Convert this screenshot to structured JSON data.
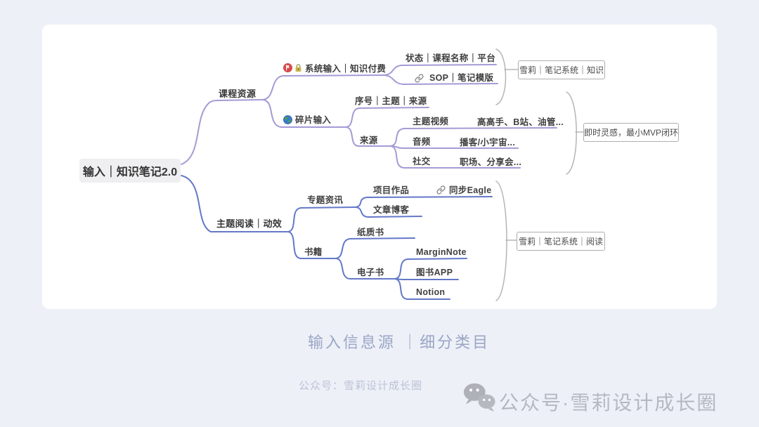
{
  "root": {
    "label": "输入｜知识笔记2.0"
  },
  "course": {
    "label": "课程资源",
    "system": {
      "label": "系统输入｜知识付费",
      "status": "状态｜课程名称｜平台",
      "sop": "SOP｜笔记模版",
      "summary": "雪莉｜笔记系统｜知识"
    },
    "fragment": {
      "label": "碎片输入",
      "seq": "序号｜主题｜来源",
      "source": "来源",
      "video": "主题视频",
      "video_detail": "高高手、B站、油管...",
      "audio": "音频",
      "audio_detail": "播客/小宇宙...",
      "social": "社交",
      "social_detail": "职场、分享会...",
      "summary": "即时灵感，最小MVP闭环"
    }
  },
  "reading": {
    "label": "主题阅读｜动效",
    "topics": {
      "label": "专题资讯",
      "project": "项目作品",
      "project_link": "同步Eagle",
      "blog": "文章博客"
    },
    "books": {
      "label": "书籍",
      "paper": "纸质书",
      "ebook": "电子书",
      "apps": [
        "MarginNote",
        "图书APP",
        "Notion"
      ]
    },
    "summary": "雪莉｜笔记系统｜阅读"
  },
  "captions": {
    "subtitle": "输入信息源 ｜细分类目",
    "account_line": "公众号：雪莉设计成长圈",
    "watermark": "公众号·雪莉设计成长圈"
  },
  "icons": {
    "flag": "red-flag-badge",
    "lock": "yellow-lock",
    "globe": "globe",
    "link": "chain-link",
    "wechat": "wechat-logo"
  },
  "colors": {
    "branch_upper": "#a49bd5",
    "branch_lower": "#6478c8",
    "bracket": "#b5b5b5",
    "background": "#edf0f7"
  }
}
